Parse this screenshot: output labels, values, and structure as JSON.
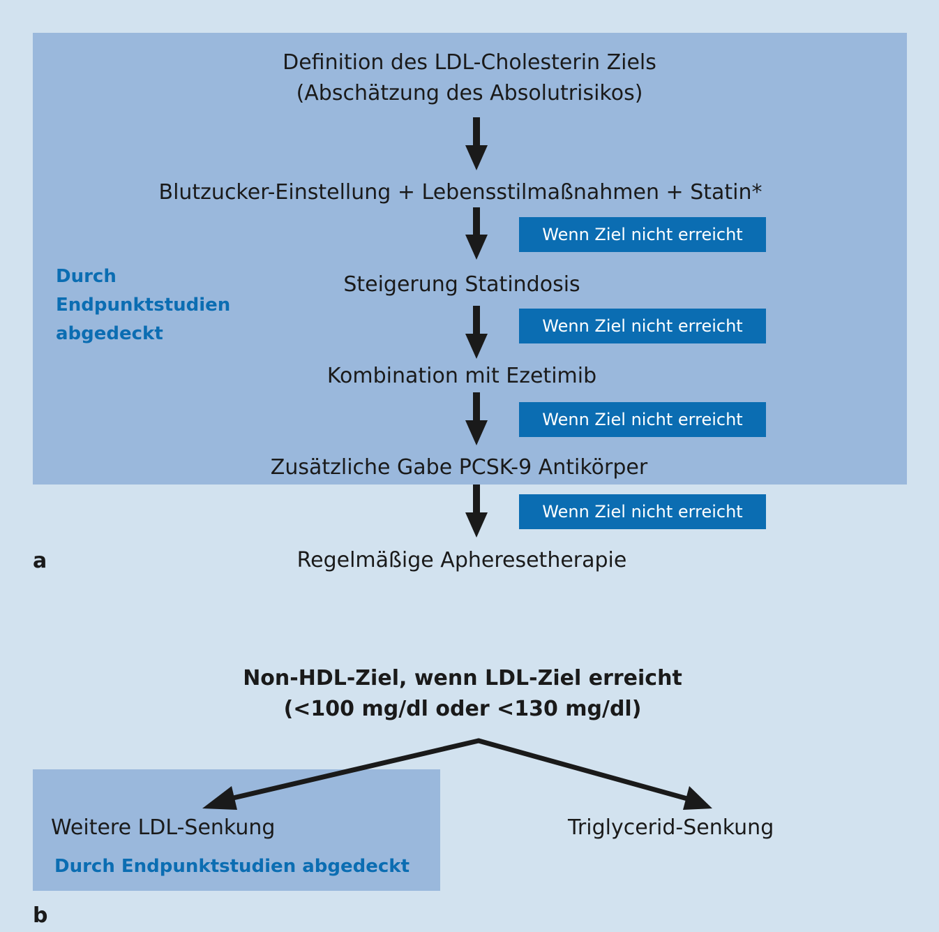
{
  "panel_a": {
    "letter": "a",
    "covered_label": [
      "Durch",
      "Endpunktstudien",
      "abgedeckt"
    ],
    "steps": [
      {
        "lines": [
          "Definition des LDL-Cholesterin Ziels",
          "(Abschätzung des Absolutrisikos)"
        ]
      },
      {
        "lines": [
          "Blutzucker-Einstellung + Lebensstilmaßnahmen + Statin*"
        ]
      },
      {
        "lines": [
          "Steigerung Statindosis"
        ]
      },
      {
        "lines": [
          "Kombination mit Ezetimib"
        ]
      },
      {
        "lines": [
          "Zusätzliche Gabe PCSK-9 Antikörper"
        ]
      },
      {
        "lines": [
          "Regelmäßige Apheresetherapie"
        ]
      }
    ],
    "condition_label": "Wenn Ziel nicht erreicht"
  },
  "panel_b": {
    "letter": "b",
    "title_lines": [
      "Non-HDL-Ziel, wenn LDL-Ziel erreicht",
      "(<100 mg/dl oder <130 mg/dl)"
    ],
    "left_option": "Weitere LDL-Senkung",
    "left_note": "Durch Endpunktstudien abgedeckt",
    "right_option": "Triglycerid-Senkung"
  },
  "colors": {
    "background": "#d2e2ef",
    "panel_fill": "#9ab8dc",
    "accent_blue": "#0b6db2",
    "text": "#1a1a1a",
    "arrow": "#1a1a1a"
  }
}
